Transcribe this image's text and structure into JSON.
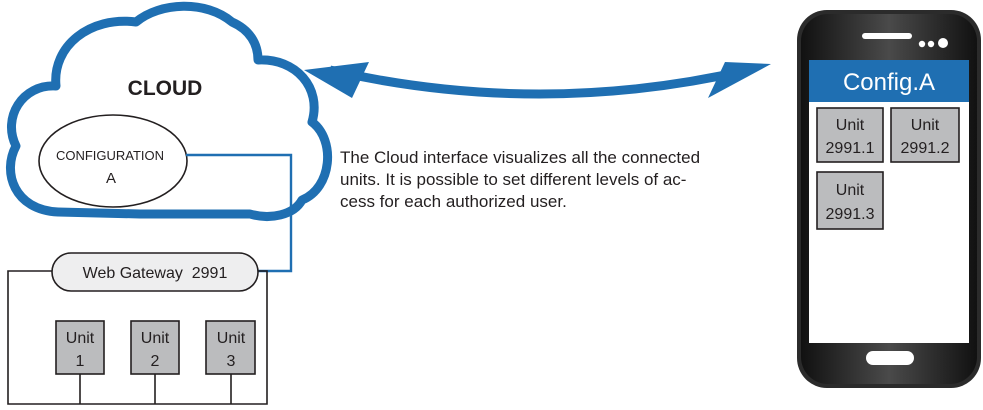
{
  "cloud": {
    "title": "CLOUD",
    "configuration_line1": "CONFIGURATION",
    "configuration_line2": "A"
  },
  "gateway": {
    "label": "Web Gateway  2991"
  },
  "units": [
    {
      "line1": "Unit",
      "line2": "1"
    },
    {
      "line1": "Unit",
      "line2": "2"
    },
    {
      "line1": "Unit",
      "line2": "3"
    }
  ],
  "description": {
    "lines": [
      "The Cloud interface visualizes all the connected",
      "units. It is possible to set different levels of ac-",
      "cess for each authorized user."
    ]
  },
  "phone": {
    "header": "Config.A",
    "units": [
      {
        "line1": "Unit",
        "line2": "2991.1"
      },
      {
        "line1": "Unit",
        "line2": "2991.2"
      },
      {
        "line1": "Unit",
        "line2": "2991.3"
      }
    ]
  },
  "colors": {
    "accent_blue": "#1f6fb2",
    "unit_fill": "#bbbcbe",
    "gateway_fill": "#eeeeef",
    "phone_body": "#2b2b2b",
    "text": "#231f20"
  }
}
